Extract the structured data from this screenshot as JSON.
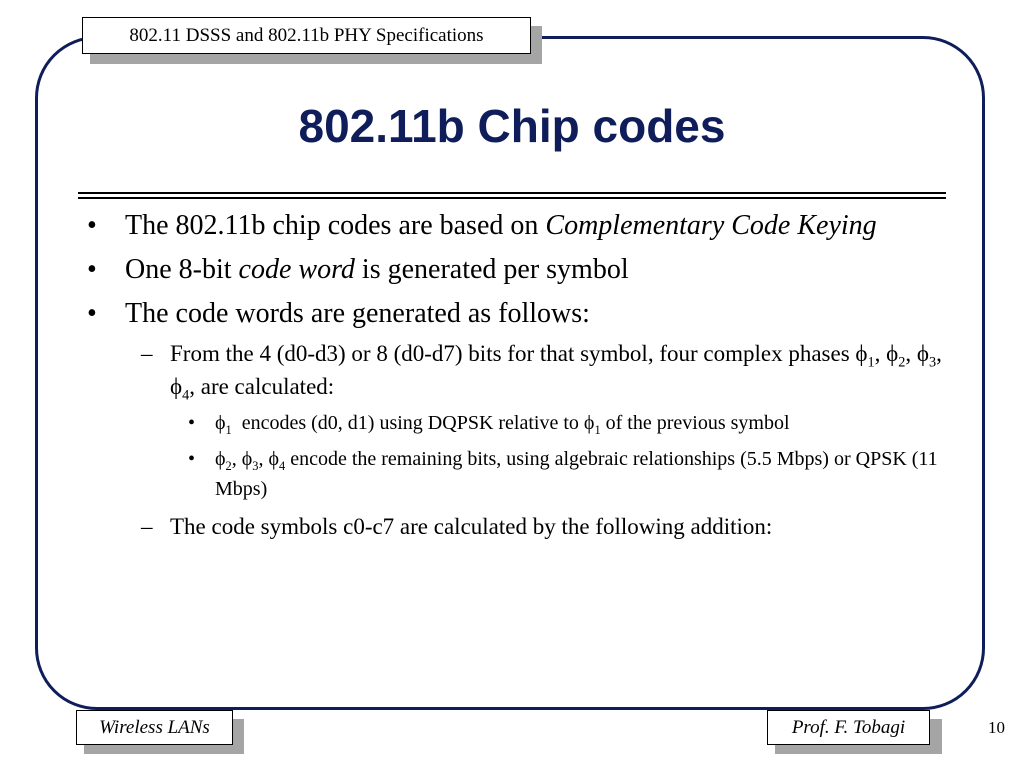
{
  "header": {
    "label": "802.11 DSSS and 802.11b PHY Specifications"
  },
  "title": "802.11b Chip codes",
  "bullets": [
    {
      "pre": "The 802.11b chip codes are based on ",
      "em": "Complementary Code Keying",
      "post": ""
    },
    {
      "pre": "One 8-bit ",
      "em": "code word",
      "post": " is generated per symbol"
    },
    {
      "text": "The code words are generated as follows:"
    }
  ],
  "sub": {
    "item1": {
      "pre": "From the 4 (d0-d3) or 8 (d0-d7) bits for that symbol, four complex phases ",
      "phi": "ϕ",
      "s1": "1",
      "s2": "2",
      "s3": "3",
      "s4": "4",
      "sep": ", ",
      "post": ", are calculated:"
    },
    "sub1": {
      "phi": "ϕ",
      "s1": "1",
      "mid": "  encodes (d0, d1) using DQPSK relative to ",
      "post": " of the previous symbol"
    },
    "sub2": {
      "phi": "ϕ",
      "s2": "2",
      "s3": "3",
      "s4": "4",
      "sep": ", ",
      "post": " encode the remaining bits, using algebraic relationships (5.5 Mbps) or QPSK (11 Mbps)"
    },
    "item2": {
      "text": "The code symbols c0-c7 are calculated by the following addition:"
    }
  },
  "markers": {
    "bullet": "•",
    "dash": "–"
  },
  "footer": {
    "left": "Wireless LANs",
    "right": "Prof. F. Tobagi",
    "page_number": "10"
  }
}
